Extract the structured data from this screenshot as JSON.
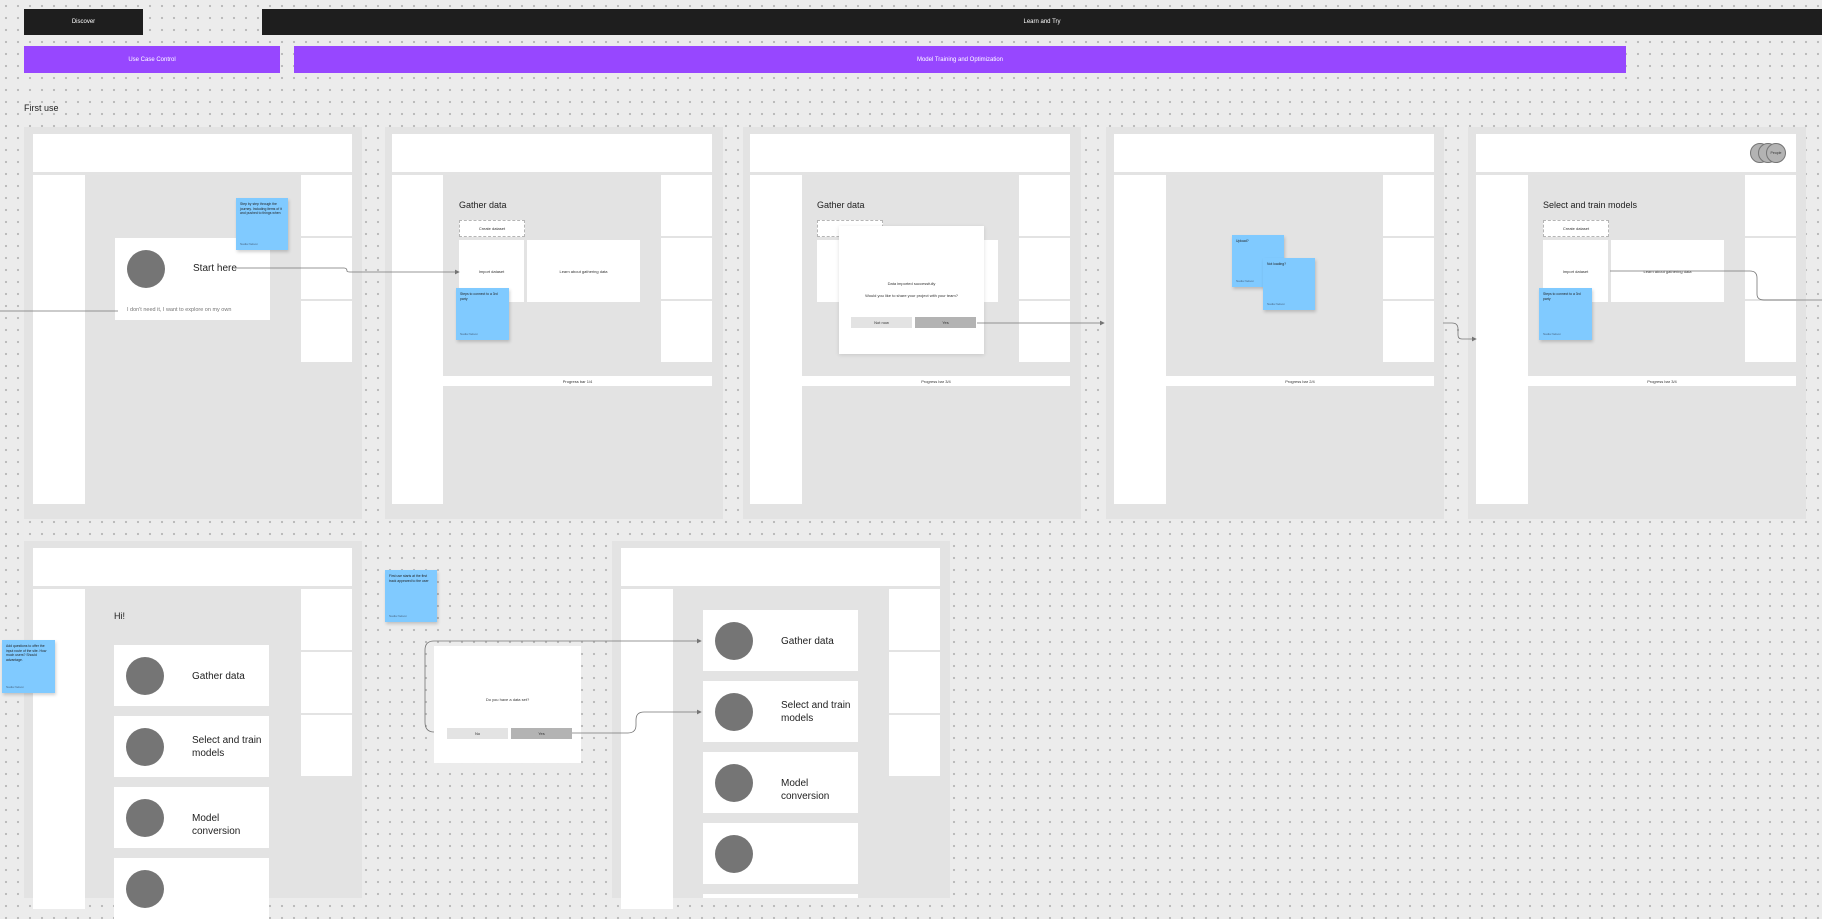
{
  "phases": {
    "discover": "Discover",
    "learn_try": "Learn and Try",
    "use_case_control": "Use Case Control",
    "model_training": "Model Training and Optimization"
  },
  "section": {
    "first_use": "First use"
  },
  "screen1": {
    "start_here": "Start here",
    "explore_link": "I don't need it, I want to explore on my own",
    "sticky_text": "Step by step through the journey. Including items of it and pushed to things when",
    "sticky_author": "Nadia Nelson"
  },
  "screen2": {
    "heading": "Gather data",
    "create_dataset": "Create dataset",
    "import_dataset": "Import dataset",
    "learn_gathering": "Learn about gathering data",
    "progress": "Progress bar 1/4",
    "sticky_text": "Steps to connect to a 3rd party",
    "sticky_author": "Nadia Nelson"
  },
  "screen3": {
    "heading": "Gather data",
    "modal_title": "Data imported successfully",
    "modal_question": "Would you like to share your project with your team?",
    "btn_not_now": "Not now",
    "btn_yes": "Yes",
    "progress": "Progress bar 3/4"
  },
  "screen4": {
    "progress": "Progress bar 2/4",
    "sticky1_text": "Upload?",
    "sticky1_author": "Nadia Nelson",
    "sticky2_text": "Not loading?",
    "sticky2_author": "Nadia Nelson"
  },
  "screen5": {
    "heading": "Select and train models",
    "people": "People",
    "create_dataset": "Create dataset",
    "import_dataset": "Import dataset",
    "learn_gathering": "Learn about gathering data",
    "progress": "Progress bar 3/4",
    "sticky_text": "Steps to connect to a 3rd party",
    "sticky_author": "Nadia Nelson"
  },
  "screen6": {
    "greeting": "Hi!",
    "items": [
      "Gather data",
      "Select and train models",
      "Model conversion",
      ""
    ]
  },
  "left_sticky": {
    "text": "Add questions to offer the input route of the site. How much users? Should advantage.",
    "author": "Nadia Nelson"
  },
  "mid_sticky": {
    "text": "First use starts at the first track appeared to the user",
    "author": "Nadia Nelson"
  },
  "dialog": {
    "question": "Do you have a data set?",
    "btn_no": "No",
    "btn_yes": "Yes"
  },
  "screen7": {
    "items": [
      "Gather data",
      "Select and train models",
      "Model conversion",
      ""
    ]
  },
  "colors": {
    "purple": "#9747ff",
    "dark": "#1e1e1e",
    "sticky": "#80caff"
  }
}
